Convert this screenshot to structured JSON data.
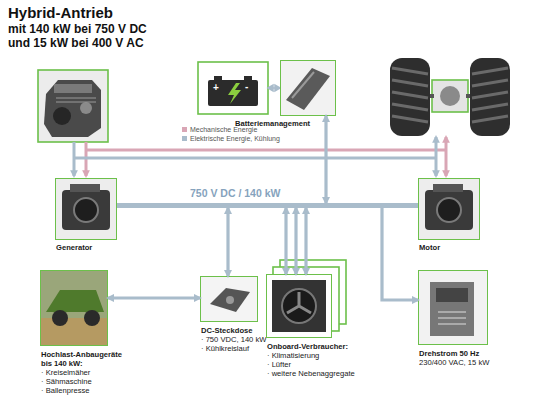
{
  "diagram": {
    "title": "Hybrid-Antrieb",
    "nodes": [
      {
        "text": [
          "Batteriemanagement"
        ]
      },
      {
        "text": [
          "Generator"
        ]
      },
      {
        "text": [
          "750 V DC / 140 kW"
        ]
      },
      {
        "text": [
          "Motor"
        ]
      },
      {
        "text": [
          "Hochlast-Anbaugeräte bis 140 kW:",
          "· Kreiselmäher",
          "· Sähmaschine",
          "· Ballenpresse"
        ]
      },
      {
        "text": [
          "DC-Steckdose",
          "· 750 VDC, 140 kW",
          "· Kühlkreislauf"
        ]
      },
      {
        "text": [
          "Onboard-Verbraucher:",
          "· Klimatisierung",
          "· Lüfter",
          "· weitere Nebenaggregate"
        ]
      },
      {
        "text": [
          "Drehstrom 50 Hz",
          "230/400 VAC, 15 kW"
        ]
      }
    ],
    "edges": [
      {
        "from": 0,
        "to": 2,
        "arrow": "both"
      },
      {
        "from": 1,
        "to": 2,
        "arrow": "none"
      },
      {
        "from": 2,
        "to": 3,
        "arrow": "none"
      },
      {
        "from": 2,
        "to": 5,
        "arrow": "both"
      },
      {
        "from": 2,
        "to": 6,
        "arrow": "both"
      },
      {
        "from": 2,
        "to": 6,
        "arrow": "both"
      },
      {
        "from": 2,
        "to": 6,
        "arrow": "both"
      },
      {
        "from": 2,
        "to": 7,
        "arrow": "to"
      },
      {
        "from": 4,
        "to": 5,
        "arrow": "both"
      }
    ],
    "labels": [
      "mit 140 kW bei 750 V DC",
      "und 15 kW bei 400 V AC",
      "+",
      "-"
    ],
    "legend": [
      {
        "text": "Mechanische Energie",
        "color": "#d9a6b5"
      },
      {
        "text": "Elektrische Energie, Kühlung",
        "color": "#a9bccb"
      }
    ]
  }
}
